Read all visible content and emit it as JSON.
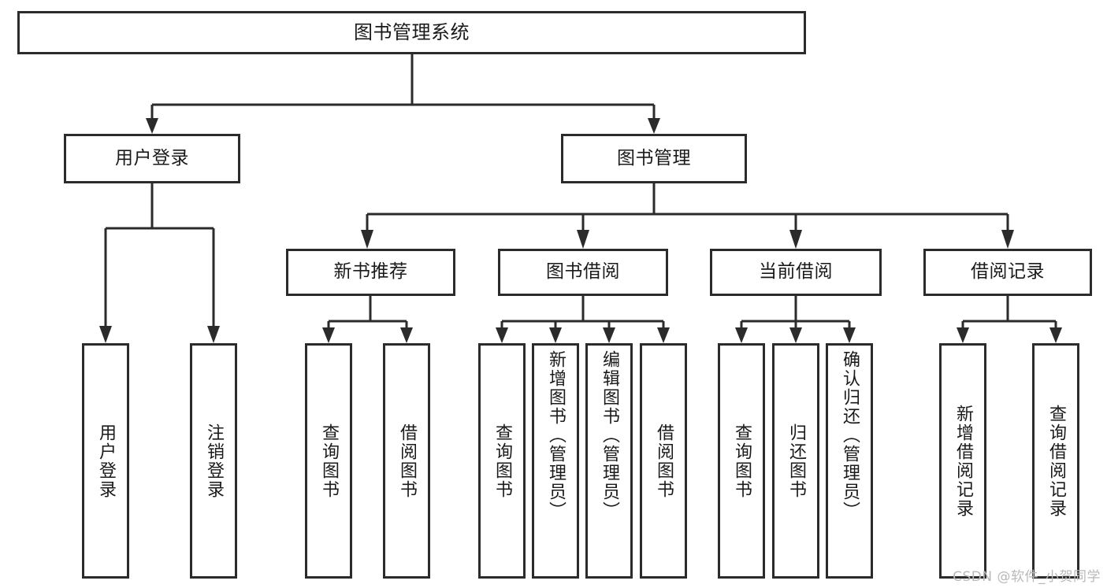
{
  "diagram": {
    "type": "tree-hierarchy",
    "title": "图书管理系统",
    "watermark": "CSDN @软件_小贺同学",
    "colors": {
      "box_border": "#2b2b2b",
      "box_fill": "#ffffff",
      "text": "#1a1a1a",
      "connector": "#2b2b2b",
      "watermark": "#b9b9b9",
      "background": "#ffffff"
    },
    "nodes": {
      "root": {
        "label": "图书管理系统"
      },
      "level1": [
        {
          "id": "user-login",
          "label": "用户登录"
        },
        {
          "id": "book-manage",
          "label": "图书管理"
        }
      ],
      "level2": [
        {
          "id": "new-book-recommend",
          "label": "新书推荐"
        },
        {
          "id": "book-borrow",
          "label": "图书借阅"
        },
        {
          "id": "current-borrow",
          "label": "当前借阅"
        },
        {
          "id": "borrow-record",
          "label": "借阅记录"
        }
      ],
      "leaves": {
        "user_login": [
          {
            "id": "leaf-user-login",
            "label": "用户登录"
          },
          {
            "id": "leaf-user-logout",
            "label": "注销登录"
          }
        ],
        "new_book_recommend": [
          {
            "id": "leaf-query-book-1",
            "label": "查询图书"
          },
          {
            "id": "leaf-borrow-book-1",
            "label": "借阅图书"
          }
        ],
        "book_borrow": [
          {
            "id": "leaf-query-book-2",
            "label": "查询图书"
          },
          {
            "id": "leaf-add-book",
            "label": "新增图书（管理员）"
          },
          {
            "id": "leaf-edit-book",
            "label": "编辑图书（管理员）"
          },
          {
            "id": "leaf-borrow-book-2",
            "label": "借阅图书"
          }
        ],
        "current_borrow": [
          {
            "id": "leaf-query-book-3",
            "label": "查询图书"
          },
          {
            "id": "leaf-return-book",
            "label": "归还图书"
          },
          {
            "id": "leaf-confirm-return",
            "label": "确认归还（管理员）"
          }
        ],
        "borrow_record": [
          {
            "id": "leaf-add-record",
            "label": "新增借阅记录"
          },
          {
            "id": "leaf-query-record",
            "label": "查询借阅记录"
          }
        ]
      }
    }
  }
}
